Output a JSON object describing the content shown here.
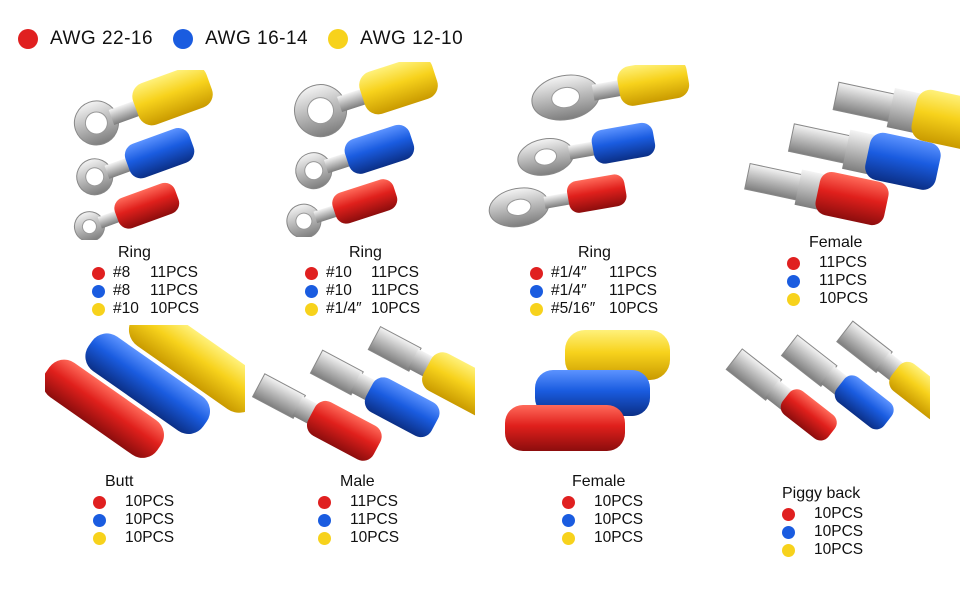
{
  "colors": {
    "red": "#e02020",
    "blue": "#1a5ce0",
    "yellow": "#f7d21c"
  },
  "legend": [
    {
      "label": "AWG  22-16",
      "color": "#e02020"
    },
    {
      "label": "AWG  16-14",
      "color": "#1a5ce0"
    },
    {
      "label": "AWG  12-10",
      "color": "#f7d21c"
    }
  ],
  "products": [
    {
      "title": "Ring",
      "rows": [
        {
          "size": "#8",
          "qty": "11PCS",
          "color": "#e02020"
        },
        {
          "size": "#8",
          "qty": "11PCS",
          "color": "#1a5ce0"
        },
        {
          "size": "#10",
          "qty": "10PCS",
          "color": "#f7d21c"
        }
      ]
    },
    {
      "title": "Ring",
      "rows": [
        {
          "size": "#10",
          "qty": "11PCS",
          "color": "#e02020"
        },
        {
          "size": "#10",
          "qty": "11PCS",
          "color": "#1a5ce0"
        },
        {
          "size": "#1/4″",
          "qty": "10PCS",
          "color": "#f7d21c"
        }
      ]
    },
    {
      "title": "Ring",
      "rows": [
        {
          "size": "#1/4″",
          "qty": "11PCS",
          "color": "#e02020"
        },
        {
          "size": "#1/4″",
          "qty": "11PCS",
          "color": "#1a5ce0"
        },
        {
          "size": "#5/16″",
          "qty": "10PCS",
          "color": "#f7d21c"
        }
      ]
    },
    {
      "title": "Female",
      "rows": [
        {
          "size": "",
          "qty": "11PCS",
          "color": "#e02020"
        },
        {
          "size": "",
          "qty": "11PCS",
          "color": "#1a5ce0"
        },
        {
          "size": "",
          "qty": "10PCS",
          "color": "#f7d21c"
        }
      ]
    },
    {
      "title": "Butt",
      "rows": [
        {
          "size": "",
          "qty": "10PCS",
          "color": "#e02020"
        },
        {
          "size": "",
          "qty": "10PCS",
          "color": "#1a5ce0"
        },
        {
          "size": "",
          "qty": "10PCS",
          "color": "#f7d21c"
        }
      ]
    },
    {
      "title": "Male",
      "rows": [
        {
          "size": "",
          "qty": "11PCS",
          "color": "#e02020"
        },
        {
          "size": "",
          "qty": "11PCS",
          "color": "#1a5ce0"
        },
        {
          "size": "",
          "qty": "10PCS",
          "color": "#f7d21c"
        }
      ]
    },
    {
      "title": "Female",
      "rows": [
        {
          "size": "",
          "qty": "10PCS",
          "color": "#e02020"
        },
        {
          "size": "",
          "qty": "10PCS",
          "color": "#1a5ce0"
        },
        {
          "size": "",
          "qty": "10PCS",
          "color": "#f7d21c"
        }
      ]
    },
    {
      "title": "Piggy back",
      "rows": [
        {
          "size": "",
          "qty": "10PCS",
          "color": "#e02020"
        },
        {
          "size": "",
          "qty": "10PCS",
          "color": "#1a5ce0"
        },
        {
          "size": "",
          "qty": "10PCS",
          "color": "#f7d21c"
        }
      ]
    }
  ]
}
